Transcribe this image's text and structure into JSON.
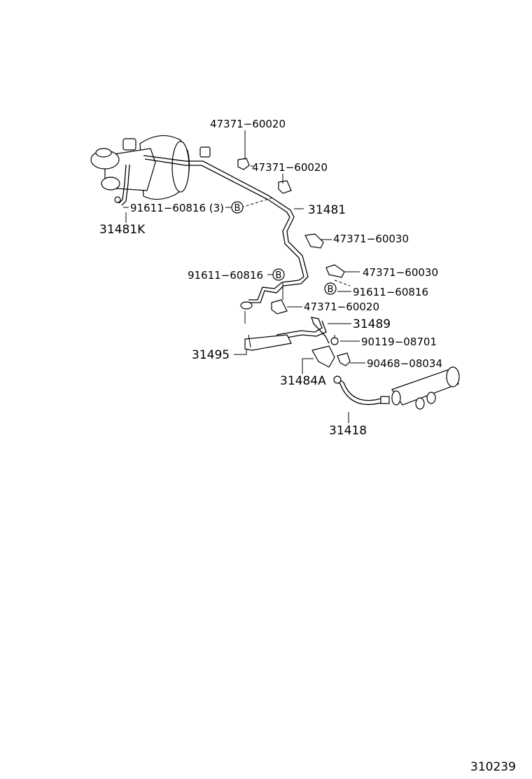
{
  "diagram_id": "310239",
  "callouts": {
    "p47371_60020_top": "47371−60020",
    "p47371_60020_mid": "47371−60020",
    "p91611_60816_3": "91611−60816 (3)",
    "p31481K": "31481K",
    "p31481": "31481",
    "p47371_60030_a": "47371−60030",
    "p91611_60816_left": "91611−60816",
    "p47371_60030_b": "47371−60030",
    "p91611_60816_right": "91611−60816",
    "p47371_60020_low": "47371−60020",
    "p31489": "31489",
    "p90119_08701": "90119−08701",
    "p31495": "31495",
    "p90468_08034": "90468−08034",
    "p31484A": "31484A",
    "p31418": "31418"
  },
  "reference_markers": {
    "b1": "B",
    "b2": "B",
    "b3": "B"
  }
}
